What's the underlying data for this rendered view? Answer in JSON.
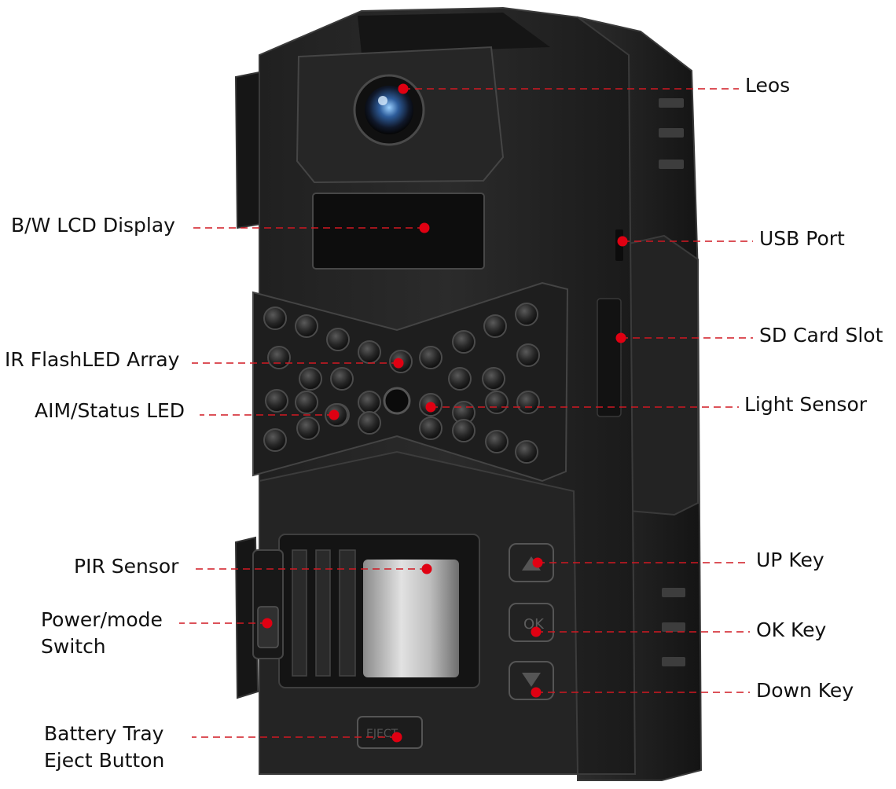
{
  "colors": {
    "leader_dot": "#e00012",
    "leader_line": "#d01822",
    "body_dark": "#1b1b1b",
    "body_mid": "#2a2a2a",
    "body_edge": "#3a3a3a",
    "text": "#111111"
  },
  "callouts": {
    "lens": "Leos",
    "lcd": "B/W LCD Display",
    "usb": "USB Port",
    "sd": "SD Card Slot",
    "ir_array": "IR FlashLED Array",
    "light_sensor": "Light Sensor",
    "aim_led": "AIM/Status LED",
    "up_key": "UP Key",
    "pir": "PIR Sensor",
    "power_line1": "Power/mode",
    "power_line2": "Switch",
    "ok_key": "OK Key",
    "down_key": "Down Key",
    "battery_line1": "Battery Tray",
    "battery_line2": "Eject Button"
  },
  "device": {
    "ok_key_text": "OK",
    "eject_text": "EJECT"
  }
}
